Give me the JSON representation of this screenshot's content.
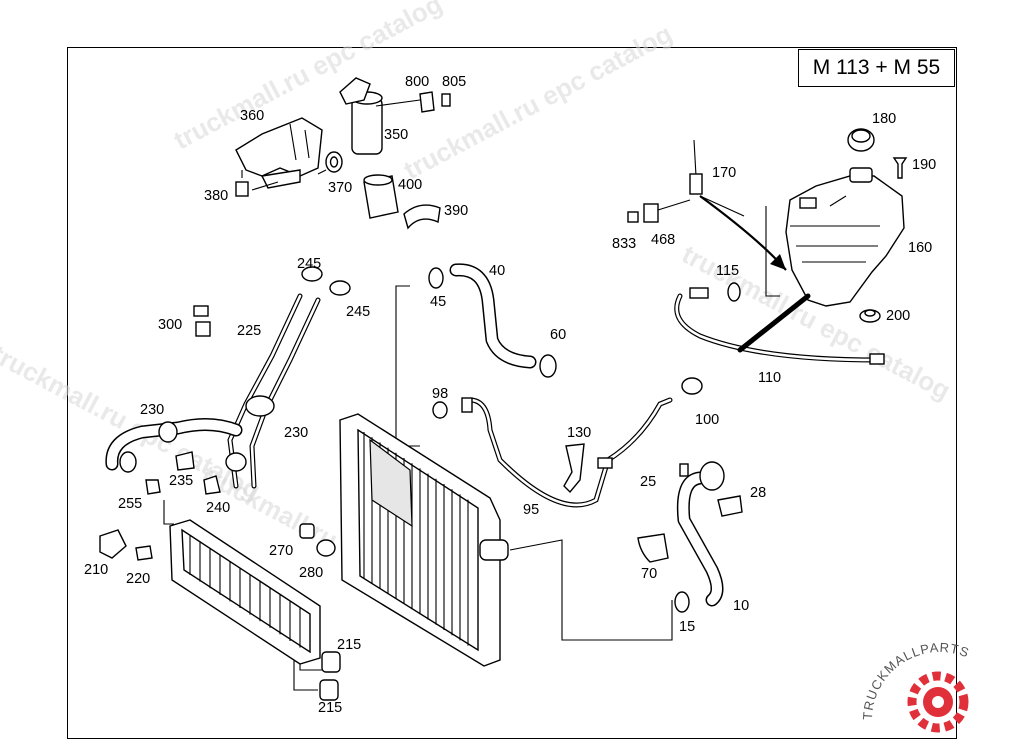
{
  "model_label": "M 113 + M 55",
  "callouts": [
    {
      "id": "c800",
      "text": "800"
    },
    {
      "id": "c805",
      "text": "805"
    },
    {
      "id": "c360",
      "text": "360"
    },
    {
      "id": "c350",
      "text": "350"
    },
    {
      "id": "c380",
      "text": "380"
    },
    {
      "id": "c370",
      "text": "370"
    },
    {
      "id": "c400",
      "text": "400"
    },
    {
      "id": "c390",
      "text": "390"
    },
    {
      "id": "c180",
      "text": "180"
    },
    {
      "id": "c190",
      "text": "190"
    },
    {
      "id": "c170",
      "text": "170"
    },
    {
      "id": "c833",
      "text": "833"
    },
    {
      "id": "c468",
      "text": "468"
    },
    {
      "id": "c160",
      "text": "160"
    },
    {
      "id": "c115",
      "text": "115"
    },
    {
      "id": "c200",
      "text": "200"
    },
    {
      "id": "c245a",
      "text": "245"
    },
    {
      "id": "c245b",
      "text": "245"
    },
    {
      "id": "c40",
      "text": "40"
    },
    {
      "id": "c45",
      "text": "45"
    },
    {
      "id": "c300",
      "text": "300"
    },
    {
      "id": "c225",
      "text": "225"
    },
    {
      "id": "c60",
      "text": "60"
    },
    {
      "id": "c110",
      "text": "110"
    },
    {
      "id": "c98",
      "text": "98"
    },
    {
      "id": "c100",
      "text": "100"
    },
    {
      "id": "c230a",
      "text": "230"
    },
    {
      "id": "c230b",
      "text": "230"
    },
    {
      "id": "c130",
      "text": "130"
    },
    {
      "id": "c235",
      "text": "235"
    },
    {
      "id": "c25",
      "text": "25"
    },
    {
      "id": "c28",
      "text": "28"
    },
    {
      "id": "c255",
      "text": "255"
    },
    {
      "id": "c240",
      "text": "240"
    },
    {
      "id": "c95",
      "text": "95"
    },
    {
      "id": "c270",
      "text": "270"
    },
    {
      "id": "c210",
      "text": "210"
    },
    {
      "id": "c220",
      "text": "220"
    },
    {
      "id": "c280",
      "text": "280"
    },
    {
      "id": "c70",
      "text": "70"
    },
    {
      "id": "c10",
      "text": "10"
    },
    {
      "id": "c15",
      "text": "15"
    },
    {
      "id": "c215a",
      "text": "215"
    },
    {
      "id": "c215b",
      "text": "215"
    }
  ],
  "watermarks": [
    "truckmall.ru epc catalog",
    "truckmall.ru epc catalog",
    "truckmall.ru epc catalog",
    "truckmall.ru epc catalog",
    "truckmall.ru epc catalog"
  ],
  "logo": {
    "text": "TRUCKMALLPARTS",
    "accent_color": "#e0303a"
  },
  "colors": {
    "line": "#000000",
    "background": "#ffffff",
    "watermark": "#d8d8d8"
  }
}
